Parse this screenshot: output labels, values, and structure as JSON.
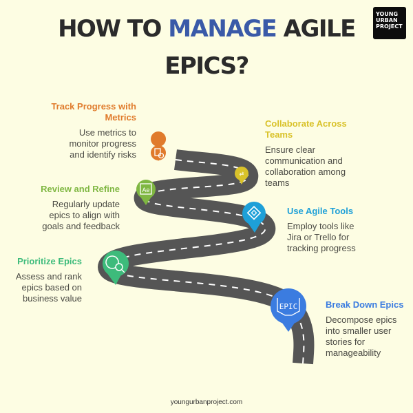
{
  "header": {
    "title_part1": "HOW TO ",
    "title_highlight": "MANAGE",
    "title_part2": " AGILE",
    "title_line2": "EPICS?",
    "highlight_color": "#3a5aa8"
  },
  "logo": {
    "line1": "YOUNG",
    "line2": "URBAN",
    "line3": "PROJECT"
  },
  "steps": [
    {
      "title": "Track Progress with Metrics",
      "title_l1": "Track Progress with",
      "title_l2": "Metrics",
      "desc_l1": "Use metrics to",
      "desc_l2": "monitor progress",
      "desc_l3": "and identify risks",
      "color": "#e07b2c",
      "icon": "chart-check-icon"
    },
    {
      "title": "Collaborate Across Teams",
      "title_l1": "Collaborate Across",
      "title_l2": "Teams",
      "desc_l1": "Ensure clear",
      "desc_l2": "communication and",
      "desc_l3": "collaboration among",
      "desc_l4": "teams",
      "color": "#d9c22a",
      "icon": "team-exchange-icon"
    },
    {
      "title": "Review and Refine",
      "desc_l1": "Regularly update",
      "desc_l2": "epics to align with",
      "desc_l3": "goals and feedback",
      "color": "#7fb742",
      "icon": "ae-document-icon"
    },
    {
      "title": "Use Agile Tools",
      "desc_l1": "Employ tools like",
      "desc_l2": "Jira or Trello for",
      "desc_l3": "tracking progress",
      "color": "#1ea0d8",
      "icon": "jira-diamond-icon"
    },
    {
      "title": "Prioritize Epics",
      "desc_l1": "Assess and rank",
      "desc_l2": "epics based on",
      "desc_l3": "business value",
      "color": "#3dbb7b",
      "icon": "pie-search-icon"
    },
    {
      "title": "Break Down Epics",
      "desc_l1": "Decompose epics",
      "desc_l2": "into smaller user",
      "desc_l3": "stories for",
      "desc_l4": "manageability",
      "color": "#3b7ce0",
      "icon": "epic-badge-icon",
      "badge_text": "EPIC"
    }
  ],
  "footer": {
    "url": "youngurbanproject.com"
  }
}
